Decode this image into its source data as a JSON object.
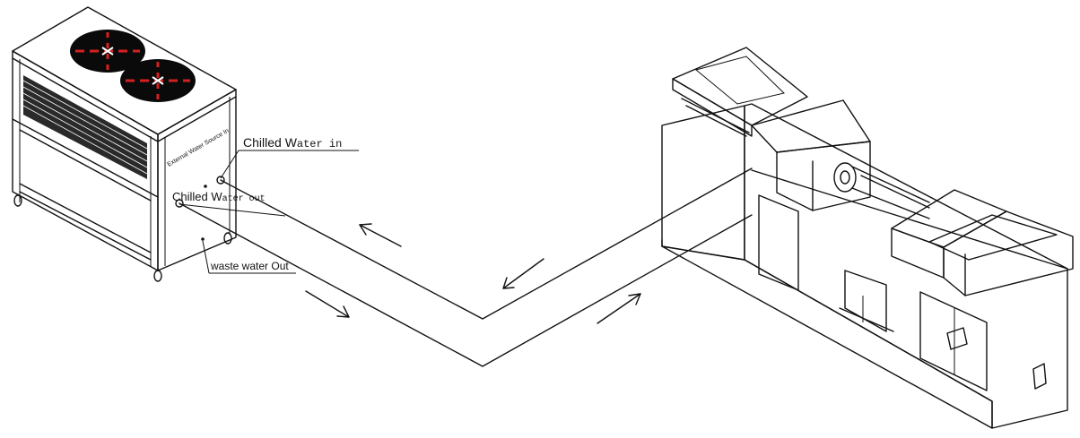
{
  "labels": {
    "chilled_in_main": "Chilled W",
    "chilled_in_tail": "ater in",
    "chilled_out_main": "Chilled W",
    "chilled_out_tail": "ater out",
    "waste_out": "waste water Out",
    "external_source": "External Water Source In"
  },
  "colors": {
    "line": "#111111",
    "fan": "#0a0a0a",
    "fan_mark": "#d42020",
    "background": "#ffffff"
  },
  "icons": {
    "arrow": "arrow-icon",
    "fan": "fan-icon"
  }
}
